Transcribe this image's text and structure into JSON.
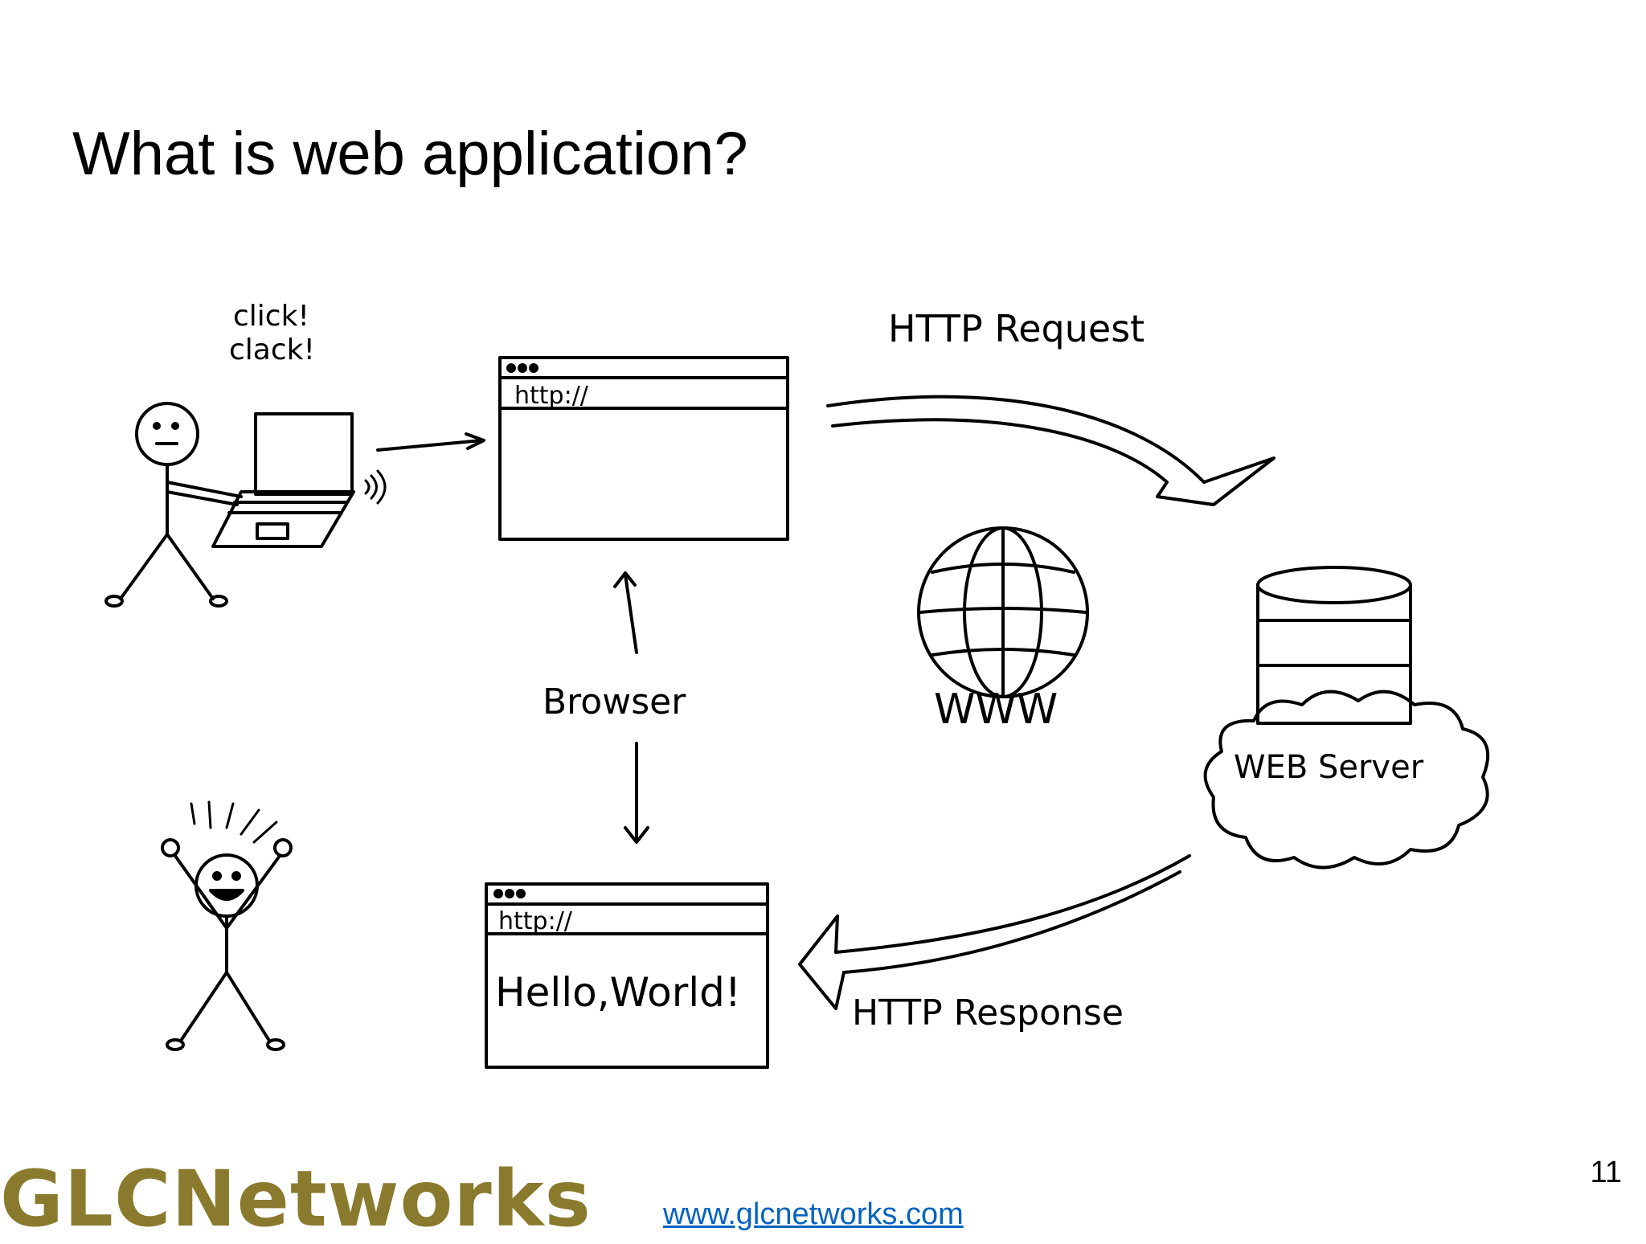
{
  "slide": {
    "title": "What is web application?",
    "page_number": "11",
    "link_text": "www.glcnetworks.com",
    "logo_text": "GLCNetworks"
  },
  "diagram": {
    "labels": {
      "click": "click!",
      "clack": "clack!",
      "address_top": "http://",
      "address_bottom": "http://",
      "page_content": "Hello,World!",
      "browser": "Browser",
      "www": "WWW",
      "web_server": "WEB Server",
      "http_request": "HTTP Request",
      "http_response": "HTTP Response"
    },
    "icons": [
      "stick-figure-icon",
      "laptop-icon",
      "browser-window-icon",
      "globe-icon",
      "database-icon",
      "cloud-icon",
      "arrow-icon"
    ]
  },
  "colors": {
    "ink": "#000000",
    "link": "#0563c1",
    "logo": "#8a7a2e",
    "logo_accent": "#c0392b"
  }
}
